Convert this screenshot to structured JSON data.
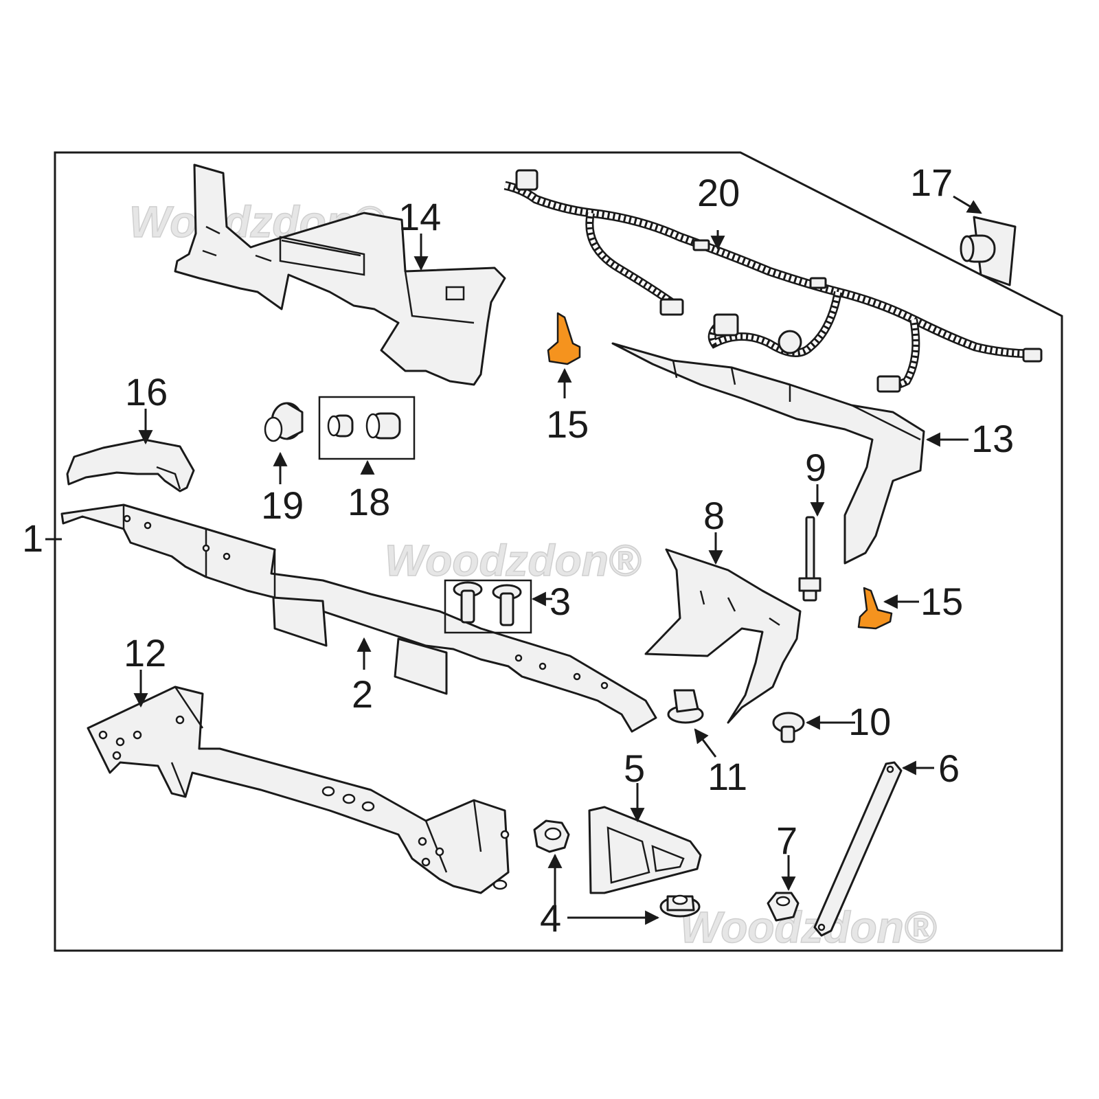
{
  "watermark": {
    "text": "Woodzdon®"
  },
  "callouts": [
    {
      "id": "1",
      "label": "1"
    },
    {
      "id": "2",
      "label": "2"
    },
    {
      "id": "3",
      "label": "3"
    },
    {
      "id": "4",
      "label": "4"
    },
    {
      "id": "5",
      "label": "5"
    },
    {
      "id": "6",
      "label": "6"
    },
    {
      "id": "7",
      "label": "7"
    },
    {
      "id": "8",
      "label": "8"
    },
    {
      "id": "9",
      "label": "9"
    },
    {
      "id": "10",
      "label": "10"
    },
    {
      "id": "11",
      "label": "11"
    },
    {
      "id": "12",
      "label": "12"
    },
    {
      "id": "13",
      "label": "13"
    },
    {
      "id": "14",
      "label": "14"
    },
    {
      "id": "15a",
      "label": "15"
    },
    {
      "id": "15b",
      "label": "15"
    },
    {
      "id": "16",
      "label": "16"
    },
    {
      "id": "17",
      "label": "17"
    },
    {
      "id": "18",
      "label": "18"
    },
    {
      "id": "19",
      "label": "19"
    },
    {
      "id": "20",
      "label": "20"
    }
  ],
  "colors": {
    "highlight": "#f5931e",
    "line": "#1a1a1a",
    "part_fill": "#f1f1f1",
    "background": "#ffffff"
  }
}
